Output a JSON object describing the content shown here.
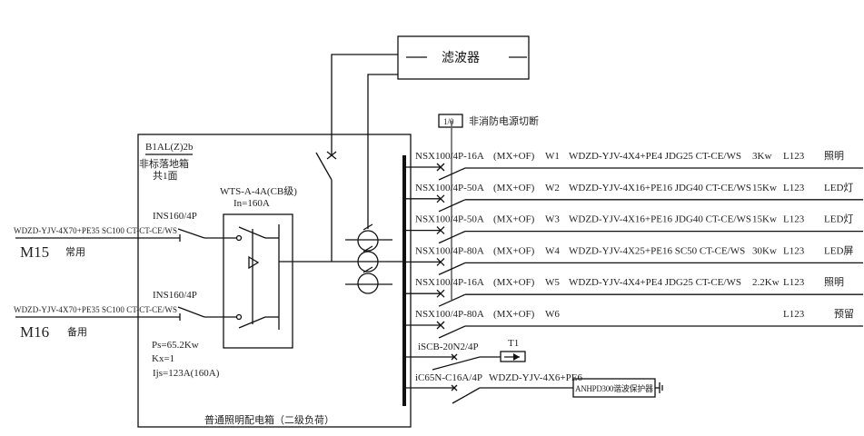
{
  "filter": {
    "label": "滤波器"
  },
  "panel": {
    "id": "B1AL(Z)2b",
    "type": "非标落地箱",
    "count": "共1面",
    "footer": "普通照明配电箱（二级负荷）",
    "ps": "Ps=65.2Kw",
    "kx": "Kx=1",
    "ijs": "Ijs=123A(160A)"
  },
  "ats": {
    "model": "WTS-A-4A(CB级)",
    "rating": "In=160A"
  },
  "fire_cut": {
    "box": "1/0",
    "label": "非消防电源切断"
  },
  "incoming": [
    {
      "cable": "WDZD-YJV-4X70+PE35 SC100 CT-CT-CE/WS",
      "id": "M15",
      "role": "常用",
      "switch": "INS160/4P"
    },
    {
      "cable": "WDZD-YJV-4X70+PE35 SC100 CT-CT-CE/WS",
      "id": "M16",
      "role": "备用",
      "switch": "INS160/4P"
    }
  ],
  "feeders": [
    {
      "breaker": "NSX100/4P-16A",
      "acc": "(MX+OF)",
      "circuit": "W1",
      "cable": "WDZD-YJV-4X4+PE4 JDG25 CT-CE/WS",
      "power": "3Kw",
      "phase": "L123",
      "load": "照明"
    },
    {
      "breaker": "NSX100/4P-50A",
      "acc": "(MX+OF)",
      "circuit": "W2",
      "cable": "WDZD-YJV-4X16+PE16 JDG40 CT-CE/WS",
      "power": "15Kw",
      "phase": "L123",
      "load": "LED灯"
    },
    {
      "breaker": "NSX100/4P-50A",
      "acc": "(MX+OF)",
      "circuit": "W3",
      "cable": "WDZD-YJV-4X16+PE16 JDG40 CT-CE/WS",
      "power": "15Kw",
      "phase": "L123",
      "load": "LED灯"
    },
    {
      "breaker": "NSX100/4P-80A",
      "acc": "(MX+OF)",
      "circuit": "W4",
      "cable": "WDZD-YJV-4X25+PE16 SC50 CT-CE/WS",
      "power": "30Kw",
      "phase": "L123",
      "load": "LED屏"
    },
    {
      "breaker": "NSX100/4P-16A",
      "acc": "(MX+OF)",
      "circuit": "W5",
      "cable": "WDZD-YJV-4X4+PE4 JDG25 CT-CE/WS",
      "power": "2.2Kw",
      "phase": "L123",
      "load": "照明"
    },
    {
      "breaker": "NSX100/4P-80A",
      "acc": "(MX+OF)",
      "circuit": "W6",
      "cable": "",
      "power": "",
      "phase": "L123",
      "load": "预留"
    }
  ],
  "spd": {
    "breaker": "iSCB-20N2/4P",
    "tag": "T1"
  },
  "harmonic": {
    "breaker": "iC65N-C16A/4P",
    "cable": "WDZD-YJV-4X6+PE6",
    "device": "ANHPD300谐波保护器"
  }
}
